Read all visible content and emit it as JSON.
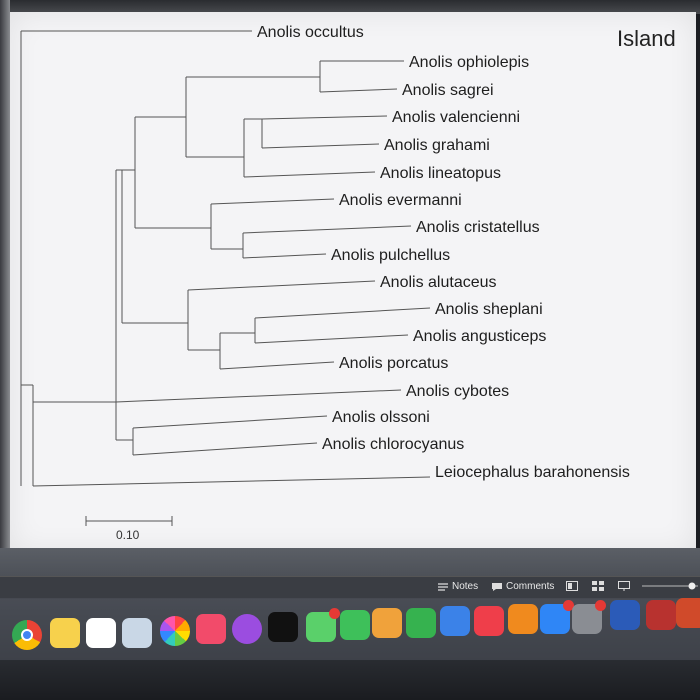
{
  "slide": {
    "title_tag": "Island"
  },
  "tree": {
    "taxa": [
      "Anolis occultus",
      "Anolis ophiolepis",
      "Anolis sagrei",
      "Anolis valencienni",
      "Anolis grahami",
      "Anolis lineatopus",
      "Anolis evermanni",
      "Anolis cristatellus",
      "Anolis pulchellus",
      "Anolis alutaceus",
      "Anolis sheplani",
      "Anolis angusticeps",
      "Anolis porcatus",
      "Anolis cybotes",
      "Anolis olssoni",
      "Anolis chlorocyanus",
      "Leiocephalus barahonensis"
    ],
    "scale_label": "0.10"
  },
  "status_bar": {
    "notes_label": "Notes",
    "comments_label": "Comments"
  },
  "dock": {
    "apps": [
      {
        "name": "chrome-icon",
        "color": "#ffffff"
      },
      {
        "name": "notes-icon",
        "color": "#f7d14c"
      },
      {
        "name": "reminders-icon",
        "color": "#ffffff"
      },
      {
        "name": "preview-icon",
        "color": "#c9d7e6"
      },
      {
        "name": "photos-icon",
        "color": "#ffffff"
      },
      {
        "name": "music-icon",
        "color": "#f24b6a"
      },
      {
        "name": "podcasts-icon",
        "color": "#9b4de0"
      },
      {
        "name": "tv-icon",
        "color": "#111111"
      },
      {
        "name": "messages-icon",
        "color": "#5ad06a"
      },
      {
        "name": "facetime-icon",
        "color": "#3ec05a"
      },
      {
        "name": "pages-icon",
        "color": "#f0a23b"
      },
      {
        "name": "numbers-icon",
        "color": "#36b24f"
      },
      {
        "name": "keynote-icon",
        "color": "#3b82e8"
      },
      {
        "name": "news-icon",
        "color": "#ef3e4a"
      },
      {
        "name": "books-icon",
        "color": "#f08a1e"
      },
      {
        "name": "app-store-icon",
        "color": "#2f86f6"
      },
      {
        "name": "system-preferences-icon",
        "color": "#8a8d93"
      },
      {
        "name": "word-icon",
        "color": "#2b5bb8"
      },
      {
        "name": "dictionary-icon",
        "color": "#b8322f"
      },
      {
        "name": "powerpoint-icon",
        "color": "#d04a2a"
      }
    ],
    "badge_indices": [
      8,
      15,
      16
    ]
  }
}
